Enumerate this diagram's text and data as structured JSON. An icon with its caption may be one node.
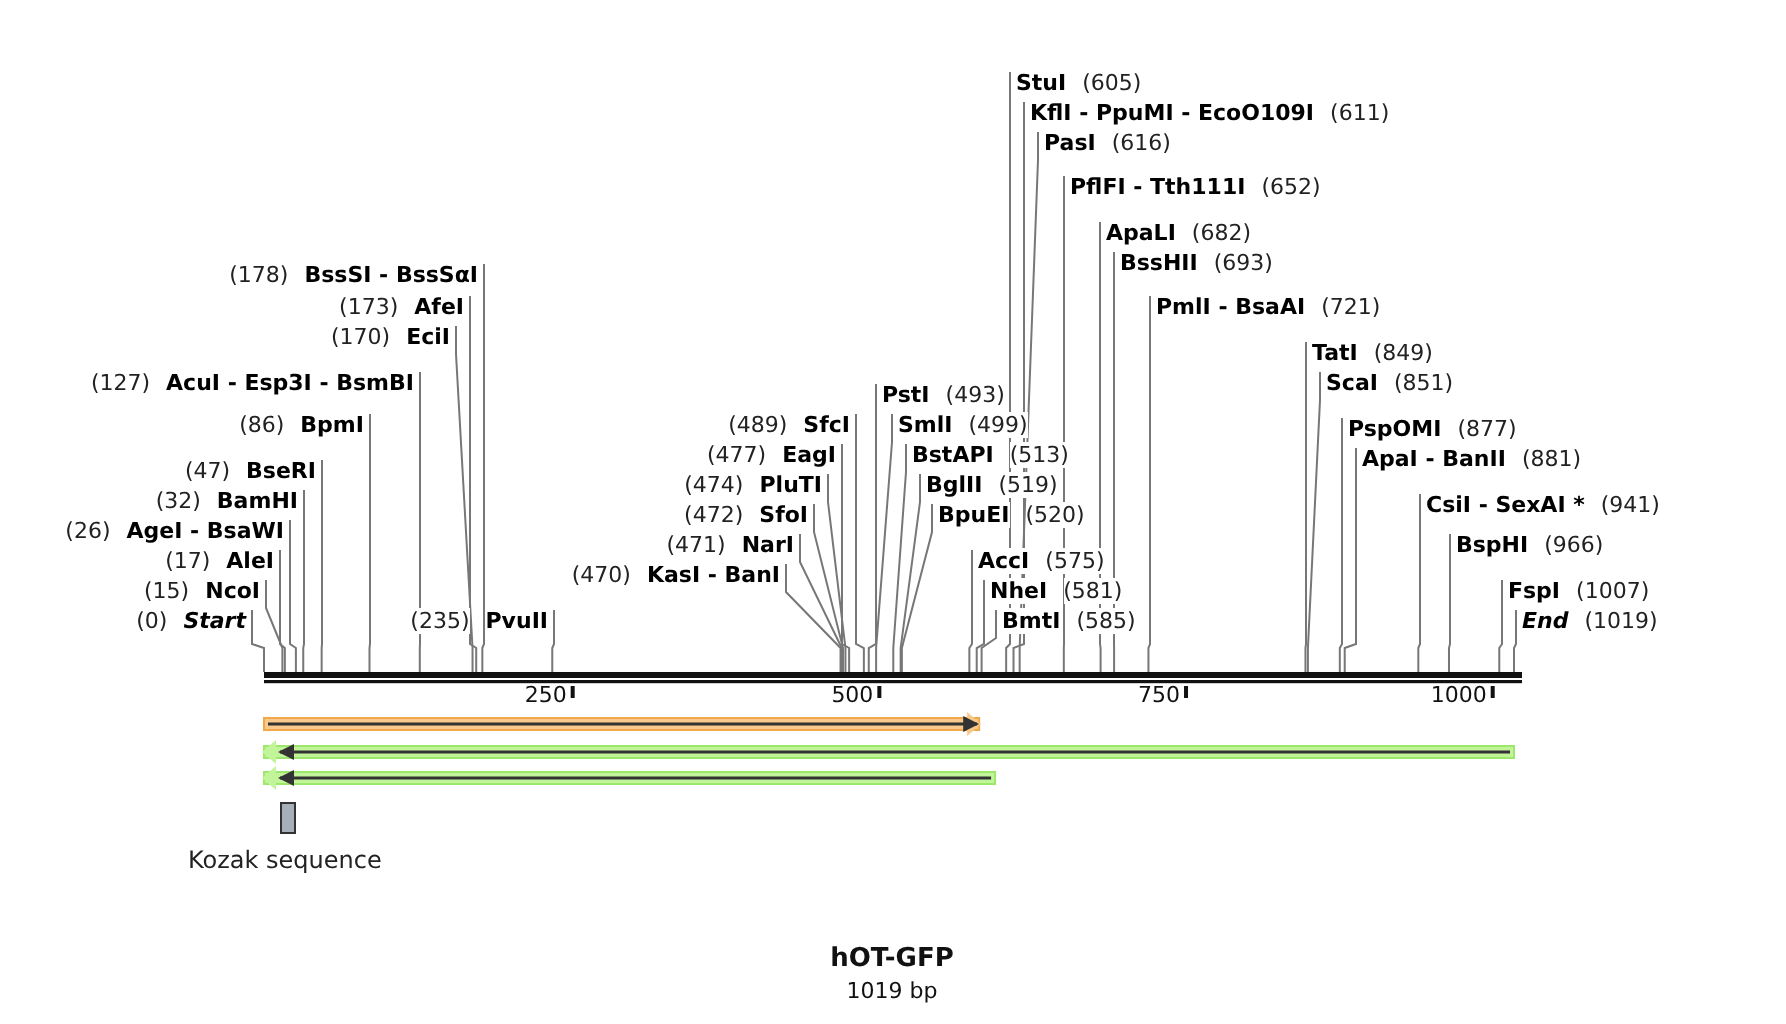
{
  "diagram": {
    "title": "hOT-GFP",
    "caption": "1019 bp",
    "nodes": [
      {
        "text": [],
        "shape": "bar"
      },
      {
        "text": [
          "(178)",
          "BssSI - BssSαI"
        ]
      },
      {
        "text": [
          "(173)",
          "AfeI"
        ]
      },
      {
        "text": [
          "(170)",
          "EciI"
        ]
      },
      {
        "text": [
          "(127)",
          "AcuI - Esp3I - BsmBI"
        ]
      },
      {
        "text": [
          "(86)",
          "BpmI"
        ]
      },
      {
        "text": [
          "(47)",
          "BseRI"
        ]
      },
      {
        "text": [
          "(32)",
          "BamHI"
        ]
      },
      {
        "text": [
          "(26)",
          "AgeI - BsaWI"
        ]
      },
      {
        "text": [
          "(17)",
          "AleI"
        ]
      },
      {
        "text": [
          "(15)",
          "NcoI"
        ]
      },
      {
        "text": [
          "(0)",
          "Start"
        ]
      },
      {
        "text": [
          "(235)",
          "PvuII"
        ]
      },
      {
        "text": [
          "(470)",
          "KasI - BanI"
        ]
      },
      {
        "text": [
          "(471)",
          "NarI"
        ]
      },
      {
        "text": [
          "(472)",
          "SfoI"
        ]
      },
      {
        "text": [
          "(474)",
          "PluTI"
        ]
      },
      {
        "text": [
          "(477)",
          "EagI"
        ]
      },
      {
        "text": [
          "(489)",
          "SfcI"
        ]
      },
      {
        "text": [
          "PstI",
          "(493)"
        ]
      },
      {
        "text": [
          "SmlI",
          "(499)"
        ]
      },
      {
        "text": [
          "BstAPI",
          "(513)"
        ]
      },
      {
        "text": [
          "BglII",
          "(519)"
        ]
      },
      {
        "text": [
          "BpuEI",
          "(520)"
        ]
      },
      {
        "text": [
          "AccI",
          "(575)"
        ]
      },
      {
        "text": [
          "NheI",
          "(581)"
        ]
      },
      {
        "text": [
          "BmtI",
          "(585)"
        ]
      },
      {
        "text": [
          "StuI",
          "(605)"
        ]
      },
      {
        "text": [
          "KflI - PpuMI - EcoO109I",
          "(611)"
        ]
      },
      {
        "text": [
          "PasI",
          "(616)"
        ]
      },
      {
        "text": [
          "PflFI - Tth111I",
          "(652)"
        ]
      },
      {
        "text": [
          "ApaLI",
          "(682)"
        ]
      },
      {
        "text": [
          "BssHII",
          "(693)"
        ]
      },
      {
        "text": [
          "PmlI - BsaAI",
          "(721)"
        ]
      },
      {
        "text": [
          "TatI",
          "(849)"
        ]
      },
      {
        "text": [
          "ScaI",
          "(851)"
        ]
      },
      {
        "text": [
          "PspOMI",
          "(877)"
        ]
      },
      {
        "text": [
          "ApaI - BanII",
          "(881)"
        ]
      },
      {
        "text": [
          "CsiI - SexAI *",
          "(941)"
        ]
      },
      {
        "text": [
          "BspHI",
          "(966)"
        ]
      },
      {
        "text": [
          "FspI",
          "(1007)"
        ]
      },
      {
        "text": [
          "End",
          "(1019)"
        ]
      },
      {
        "text": [],
        "shape": "arrow"
      },
      {
        "text": [],
        "shape": "arrow"
      },
      {
        "text": [],
        "shape": "arrow"
      },
      {
        "text": [
          "Kozak sequence"
        ]
      }
    ],
    "edges": [
      {
        "from": 1,
        "to": 0,
        "arrow": "none"
      },
      {
        "from": 2,
        "to": 0,
        "arrow": "none"
      },
      {
        "from": 3,
        "to": 0,
        "arrow": "none"
      },
      {
        "from": 4,
        "to": 0,
        "arrow": "none"
      },
      {
        "from": 5,
        "to": 0,
        "arrow": "none"
      },
      {
        "from": 6,
        "to": 0,
        "arrow": "none"
      },
      {
        "from": 7,
        "to": 0,
        "arrow": "none"
      },
      {
        "from": 8,
        "to": 0,
        "arrow": "none"
      },
      {
        "from": 9,
        "to": 0,
        "arrow": "none"
      },
      {
        "from": 10,
        "to": 0,
        "arrow": "none"
      },
      {
        "from": 11,
        "to": 0,
        "arrow": "none"
      },
      {
        "from": 12,
        "to": 0,
        "arrow": "none"
      },
      {
        "from": 13,
        "to": 0,
        "arrow": "none"
      },
      {
        "from": 14,
        "to": 0,
        "arrow": "none"
      },
      {
        "from": 15,
        "to": 0,
        "arrow": "none"
      },
      {
        "from": 16,
        "to": 0,
        "arrow": "none"
      },
      {
        "from": 17,
        "to": 0,
        "arrow": "none"
      },
      {
        "from": 18,
        "to": 0,
        "arrow": "none"
      },
      {
        "from": 19,
        "to": 0,
        "arrow": "none"
      },
      {
        "from": 20,
        "to": 0,
        "arrow": "none"
      },
      {
        "from": 21,
        "to": 0,
        "arrow": "none"
      },
      {
        "from": 22,
        "to": 0,
        "arrow": "none"
      },
      {
        "from": 23,
        "to": 0,
        "arrow": "none"
      },
      {
        "from": 24,
        "to": 0,
        "arrow": "none"
      },
      {
        "from": 25,
        "to": 0,
        "arrow": "none"
      },
      {
        "from": 26,
        "to": 0,
        "arrow": "none"
      },
      {
        "from": 27,
        "to": 0,
        "arrow": "none"
      },
      {
        "from": 28,
        "to": 0,
        "arrow": "none"
      },
      {
        "from": 29,
        "to": 0,
        "arrow": "none"
      },
      {
        "from": 30,
        "to": 0,
        "arrow": "none"
      },
      {
        "from": 31,
        "to": 0,
        "arrow": "none"
      },
      {
        "from": 32,
        "to": 0,
        "arrow": "none"
      },
      {
        "from": 33,
        "to": 0,
        "arrow": "none"
      },
      {
        "from": 34,
        "to": 0,
        "arrow": "none"
      },
      {
        "from": 35,
        "to": 0,
        "arrow": "none"
      },
      {
        "from": 36,
        "to": 0,
        "arrow": "none"
      },
      {
        "from": 37,
        "to": 0,
        "arrow": "none"
      },
      {
        "from": 38,
        "to": 0,
        "arrow": "none"
      },
      {
        "from": 39,
        "to": 0,
        "arrow": "none"
      },
      {
        "from": 40,
        "to": 0,
        "arrow": "none"
      },
      {
        "from": 41,
        "to": 0,
        "arrow": "none"
      }
    ],
    "labels": [
      "250",
      "500",
      "750",
      "1000"
    ]
  }
}
